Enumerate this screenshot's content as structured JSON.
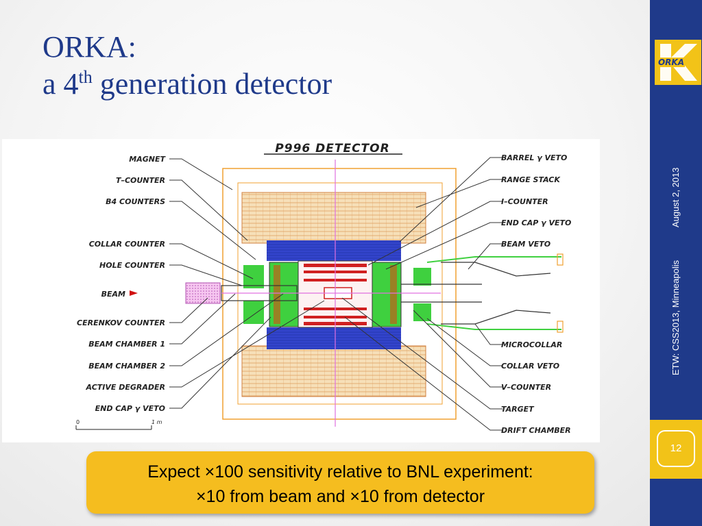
{
  "slide": {
    "title_line1": "ORKA:",
    "title_prefix": "a 4",
    "title_sup": "th",
    "title_suffix": " generation detector",
    "footer_text": "ETW: CSS2013, Minneapolis",
    "date_text": "August 2, 2013",
    "page_number": "12",
    "logo_text": "ORKA",
    "callout_line1": "Expect ×100 sensitivity relative to BNL experiment:",
    "callout_line2": "×10 from beam and ×10 from detector"
  },
  "figure": {
    "title": "P996 DETECTOR",
    "left_labels": [
      "MAGNET",
      "T–COUNTER",
      "B4 COUNTERS",
      "COLLAR COUNTER",
      "HOLE COUNTER",
      "BEAM",
      "CERENKOV COUNTER",
      "BEAM CHAMBER 1",
      "BEAM CHAMBER 2",
      "ACTIVE DEGRADER",
      "END CAP γ  VETO"
    ],
    "right_labels": [
      "BARREL γ  VETO",
      "RANGE STACK",
      "I–COUNTER",
      "END CAP γ  VETO",
      "BEAM VETO",
      "MICROCOLLAR",
      "COLLAR VETO",
      "V–COUNTER",
      "TARGET",
      "DRIFT CHAMBER"
    ],
    "scale_start": "0",
    "scale_end": "1 m"
  },
  "colors": {
    "brand": "#1f3a8a",
    "accent": "#f2c318"
  }
}
